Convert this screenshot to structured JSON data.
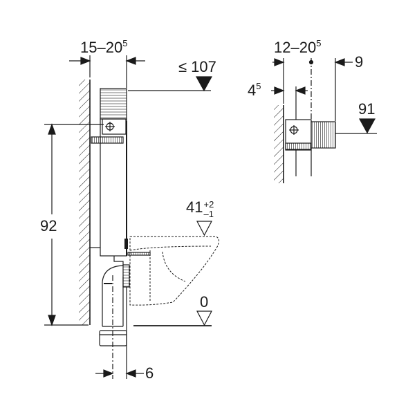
{
  "left_view": {
    "installation_depth": {
      "main": "15–20",
      "sup": "5"
    },
    "max_height": "≤ 107",
    "frame_height": "92",
    "bowl_height": {
      "main": "41",
      "tol_plus": "+2",
      "tol_minus": "–1"
    },
    "floor_level": "0",
    "pipe_offset": "6"
  },
  "right_view": {
    "installation_depth": {
      "main": "12–20",
      "sup": "5"
    },
    "offset_9": "9",
    "offset_45": {
      "main": "4",
      "sup": "5"
    },
    "height_91": "91"
  }
}
